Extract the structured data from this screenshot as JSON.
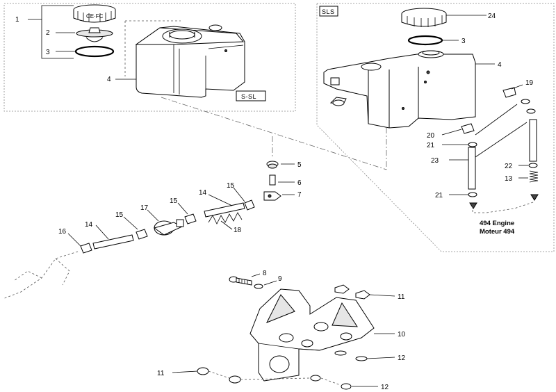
{
  "sections": {
    "left_box_label": "S-SL",
    "right_box_label": "SLS"
  },
  "note": {
    "line1": "494 Engine",
    "line2": "Moteur 494"
  },
  "callouts": {
    "1": "1",
    "2": "2",
    "3a": "3",
    "4a": "4",
    "24": "24",
    "3b": "3",
    "4b": "4",
    "19": "19",
    "20": "20",
    "21a": "21",
    "23": "23",
    "22": "22",
    "13": "13",
    "21b": "21",
    "5": "5",
    "6": "6",
    "7": "7",
    "14a": "14",
    "15a": "15",
    "15b": "15",
    "17": "17",
    "18": "18",
    "15c": "15",
    "14b": "14",
    "16": "16",
    "8": "8",
    "9": "9",
    "11a": "11",
    "10": "10",
    "12a": "12",
    "11b": "11",
    "12b": "12"
  }
}
